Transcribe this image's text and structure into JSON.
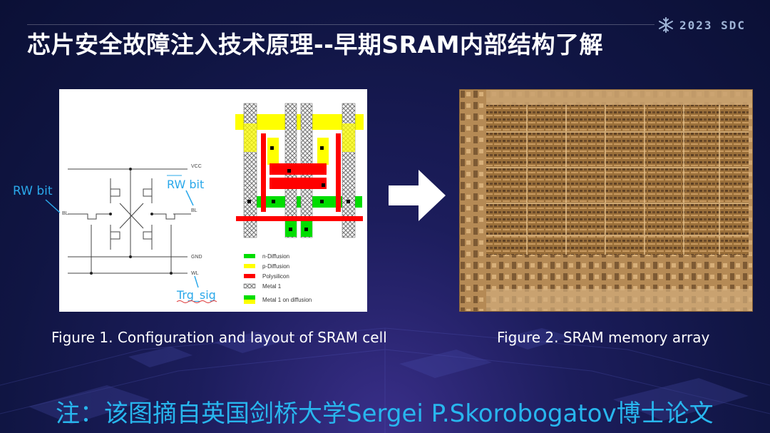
{
  "header": {
    "title": "芯片安全故障注入技术原理--早期SRAM内部结构了解",
    "brand": "2023 SDC",
    "brand_icon": "snowflake-icon"
  },
  "figure1": {
    "caption": "Figure 1. Configuration and layout of SRAM cell",
    "rw_bit_left": "RW bit",
    "rw_bit_right": "RW bit",
    "trg_sig": "Trg_sig",
    "schematic_labels": {
      "vcc": "VCC",
      "bl_left": "BL",
      "bl_right": "BL",
      "gnd": "GND",
      "wl": "WL"
    },
    "legend": [
      {
        "label": "n-Diffusion",
        "color": "#00dd00"
      },
      {
        "label": "p-Diffusion",
        "color": "#ffff00"
      },
      {
        "label": "Polysilicon",
        "color": "#ff0000"
      },
      {
        "label": "Metal 1",
        "color": "#cccccc"
      },
      {
        "label": "Metal 1 on diffusion",
        "color": "#88cc00"
      }
    ]
  },
  "figure2": {
    "caption": "Figure 2. SRAM memory array"
  },
  "footer": {
    "note": "注：该图摘自英国剑桥大学Sergei P.Skorobogatov博士论文"
  },
  "colors": {
    "accent": "#28b6ee",
    "annotation": "#2aa8ea"
  }
}
